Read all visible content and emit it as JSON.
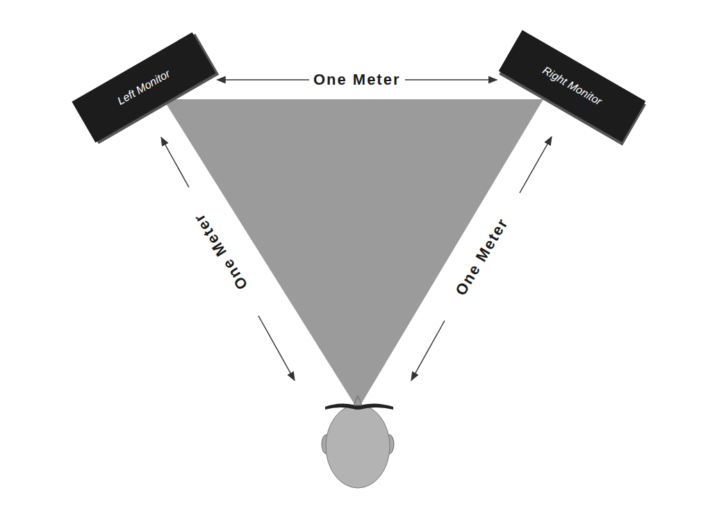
{
  "diagram": {
    "nodes": [
      {
        "text": [
          "Left Monitor"
        ]
      },
      {
        "text": [
          "Right Monitor"
        ]
      }
    ],
    "edges": [
      {
        "from": 0,
        "to": 1,
        "label": "One Meter",
        "arrow": "both"
      }
    ],
    "labels": [
      "One Meter",
      "One Meter"
    ]
  }
}
